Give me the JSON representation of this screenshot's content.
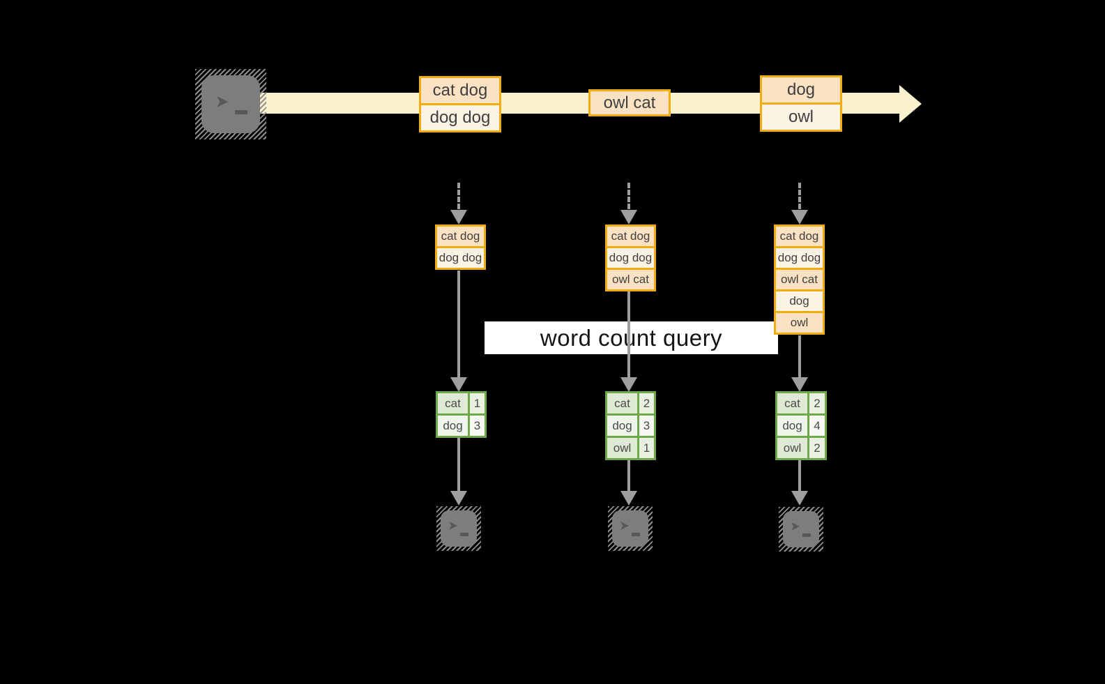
{
  "diagram": {
    "query_label": "word count query",
    "stream": {
      "messages": [
        {
          "lines": [
            "cat dog",
            "dog dog"
          ]
        },
        {
          "lines": [
            "owl cat"
          ]
        },
        {
          "lines": [
            "dog",
            "owl"
          ]
        }
      ]
    },
    "stacks": [
      {
        "cells": [
          "cat dog",
          "dog dog"
        ]
      },
      {
        "cells": [
          "cat dog",
          "dog dog",
          "owl cat"
        ]
      },
      {
        "cells": [
          "cat dog",
          "dog dog",
          "owl cat",
          "dog",
          "owl"
        ]
      }
    ],
    "tables": [
      {
        "rows": [
          [
            "cat",
            "1"
          ],
          [
            "dog",
            "3"
          ]
        ]
      },
      {
        "rows": [
          [
            "cat",
            "2"
          ],
          [
            "dog",
            "3"
          ],
          [
            "owl",
            "1"
          ]
        ]
      },
      {
        "rows": [
          [
            "cat",
            "2"
          ],
          [
            "dog",
            "4"
          ],
          [
            "owl",
            "2"
          ]
        ]
      }
    ],
    "icons": {
      "source": "terminal-icon",
      "outputs": [
        "terminal-icon",
        "terminal-icon",
        "terminal-icon"
      ]
    },
    "colors": {
      "background": "#000000",
      "stream_fill": "#FAF1CE",
      "box_border": "#F1AC12",
      "box_fill_dark": "#FBE2C3",
      "box_fill_light": "#FDF3E4",
      "table_border": "#6FA74B",
      "table_fill_dark": "#DFEAD5",
      "table_fill_light": "#EFF5EB",
      "arrow_gray": "#9E9E9E",
      "terminal_gray": "#7D7D7D",
      "query_band_bg": "#FFFFFF",
      "text": "#3F3F3F"
    }
  }
}
